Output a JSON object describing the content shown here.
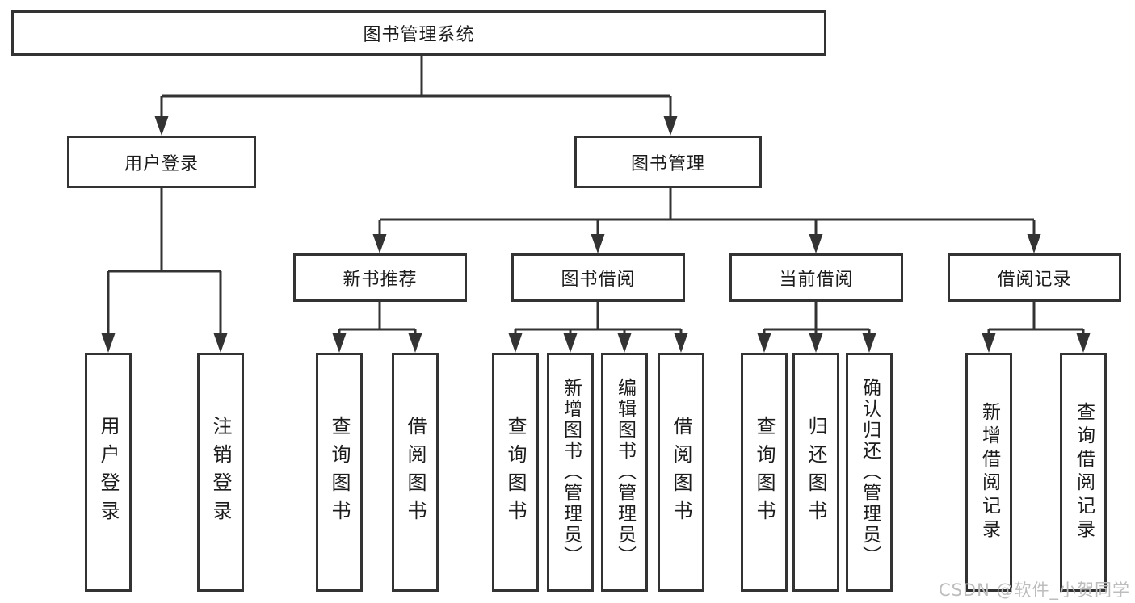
{
  "tree": {
    "root": {
      "label": "图书管理系统"
    },
    "level2": [
      {
        "label": "用户登录"
      },
      {
        "label": "图书管理"
      }
    ],
    "level3": [
      {
        "label": "新书推荐"
      },
      {
        "label": "图书借阅"
      },
      {
        "label": "当前借阅"
      },
      {
        "label": "借阅记录"
      }
    ],
    "leaves": {
      "user_login": [
        {
          "label": "用户登录"
        },
        {
          "label": "注销登录"
        }
      ],
      "new_book": [
        {
          "label": "查询图书"
        },
        {
          "label": "借阅图书"
        }
      ],
      "book_borrow": [
        {
          "label": "查询图书"
        },
        {
          "label": "新增图书（管理员）"
        },
        {
          "label": "编辑图书（管理员）"
        },
        {
          "label": "借阅图书"
        }
      ],
      "current_borrow": [
        {
          "label": "查询图书"
        },
        {
          "label": "归还图书"
        },
        {
          "label": "确认归还（管理员）"
        }
      ],
      "borrow_record": [
        {
          "label": "新增借阅记录"
        },
        {
          "label": "查询借阅记录"
        }
      ]
    }
  },
  "watermark": "CSDN @软件_小贺同学",
  "colors": {
    "line": "#333333",
    "text": "#1c1c1c",
    "watermark": "#bdbdbd",
    "background": "#ffffff"
  }
}
